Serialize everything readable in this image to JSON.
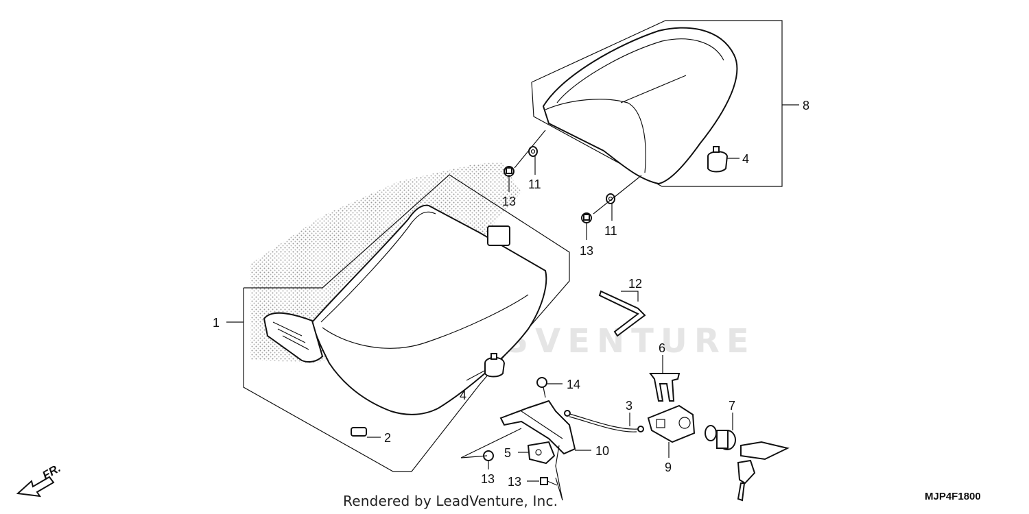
{
  "footer": {
    "rendered_by": "Rendered by LeadVenture, Inc."
  },
  "diagram_code": "MJP4F1800",
  "watermark": "PARTSVENTURE",
  "front_indicator": {
    "label": "FR."
  },
  "callouts": {
    "c1": "1",
    "c2": "2",
    "c3": "3",
    "c4a": "4",
    "c4b": "4",
    "c5": "5",
    "c6": "6",
    "c7": "7",
    "c8": "8",
    "c9": "9",
    "c10": "10",
    "c11a": "11",
    "c11b": "11",
    "c12": "12",
    "c13a": "13",
    "c13b": "13",
    "c13c": "13",
    "c13d": "13",
    "c14": "14"
  }
}
